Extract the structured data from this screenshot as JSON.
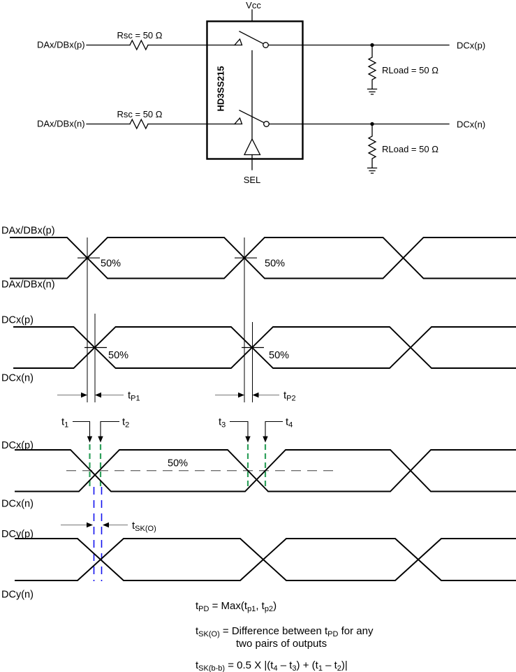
{
  "circuit": {
    "vcc": "Vcc",
    "sel": "SEL",
    "chip": "HD3SS215",
    "input_p": "DAx/DBx(p)",
    "input_n": "DAx/DBx(n)",
    "rsc": "Rsc = 50 Ω",
    "output_p": "DCx(p)",
    "output_n": "DCx(n)",
    "rload": "RLoad = 50 Ω"
  },
  "waveforms": {
    "s1": {
      "p": "DAx/DBx(p)",
      "n": "DAx/DBx(n)",
      "pct1": "50%",
      "pct2": "50%"
    },
    "s2": {
      "p": "DCx(p)",
      "n": "DCx(n)",
      "pct1": "50%",
      "pct2": "50%"
    },
    "s3": {
      "p": "DCx(p)",
      "n": "DCx(n)",
      "pct": "50%"
    },
    "s4": {
      "p": "DCy(p)",
      "n": "DCy(n)"
    },
    "tp1": {
      "base": "t",
      "sub": "P1"
    },
    "tp2": {
      "base": "t",
      "sub": "P2"
    },
    "tsk": {
      "base": "t",
      "sub": "SK(O)"
    },
    "t1": {
      "base": "t",
      "sub": "1"
    },
    "t2": {
      "base": "t",
      "sub": "2"
    },
    "t3": {
      "base": "t",
      "sub": "3"
    },
    "t4": {
      "base": "t",
      "sub": "4"
    }
  },
  "equations": {
    "eq1": {
      "p1": "t",
      "s1": "PD",
      "p2": " = Max(t",
      "s2": "p1",
      "p3": ", t",
      "s3": "p2",
      "p4": ")"
    },
    "eq2": {
      "p1": "t",
      "s1": "SK(O)",
      "p2": " = Difference between t",
      "s2": "PD",
      "p3": " for any",
      "line2": "two pairs of outputs"
    },
    "eq3": {
      "p1": "t",
      "s1": "SK(b-b)",
      "p2": " = 0.5 X |(t",
      "s2": "4",
      "p3": " – t",
      "s3": "3",
      "p4": ") + (t",
      "s4": "1",
      "p5": " – t",
      "s5": "2",
      "p6": ")|"
    }
  },
  "colors": {
    "black": "#000000",
    "green": "#2FA05C",
    "blue": "#1414EE",
    "gray_arrow": "#8C8C8C",
    "gray_dash": "#707070",
    "background": "#FFFFFF"
  }
}
